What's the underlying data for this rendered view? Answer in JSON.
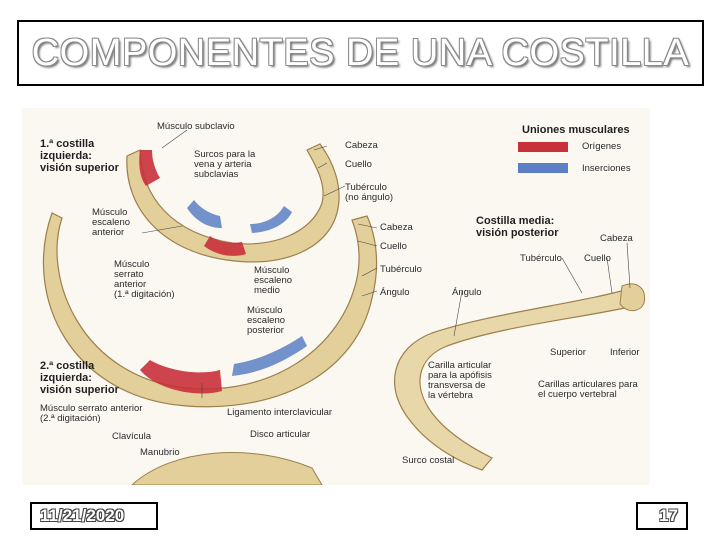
{
  "title": "COMPONENTES DE UNA COSTILLA",
  "footer": {
    "date": "11/21/2020",
    "page": "17"
  },
  "colors": {
    "origins": "#c8303a",
    "insertions": "#5a7fc4",
    "bone": "#e3cf9a"
  },
  "figure": {
    "sections": {
      "rib1": "1.ª costilla\nizquierda:\nvisión superior",
      "rib2": "2.ª costilla\nizquierda:\nvisión superior",
      "middle": "Costilla media:\nvisión posterior"
    },
    "legend": {
      "title": "Uniones musculares",
      "origins": "Orígenes",
      "insertions": "Inserciones"
    },
    "labels": {
      "subclavio": "Músculo subclavio",
      "surcos": "Surcos para la\nvena y arteria\nsubclavias",
      "escaleno_anterior": "Músculo\nescaleno\nanterior",
      "cabeza1": "Cabeza",
      "cuello1": "Cuello",
      "tuberculo1": "Tubérculo\n(no ángulo)",
      "cabeza2": "Cabeza",
      "cuello2": "Cuello",
      "tuberculo2": "Tubérculo",
      "angulo2": "Ángulo",
      "serrato1": "Músculo\nserrato\nanterior\n(1.ª digitación)",
      "escaleno_medio": "Músculo\nescaleno\nmedio",
      "escaleno_posterior": "Músculo\nescaleno\nposterior",
      "serrato2": "Músculo serrato anterior\n(2.ª digitación)",
      "ligamento": "Ligamento interclavicular",
      "clavicula": "Clavícula",
      "disco": "Disco articular",
      "manubrio": "Manubrio",
      "angulo_m": "Ángulo",
      "tuberculo_m": "Tubérculo",
      "cuello_m": "Cuello",
      "cabeza_m": "Cabeza",
      "superior": "Superior",
      "inferior": "Inferior",
      "carilla_apofisis": "Carilla articular\npara la apófisis\ntransversa de\nla vértebra",
      "carillas_cuerpo": "Carillas articulares para\nel cuerpo vertebral",
      "surco_costal": "Surco costal"
    }
  }
}
